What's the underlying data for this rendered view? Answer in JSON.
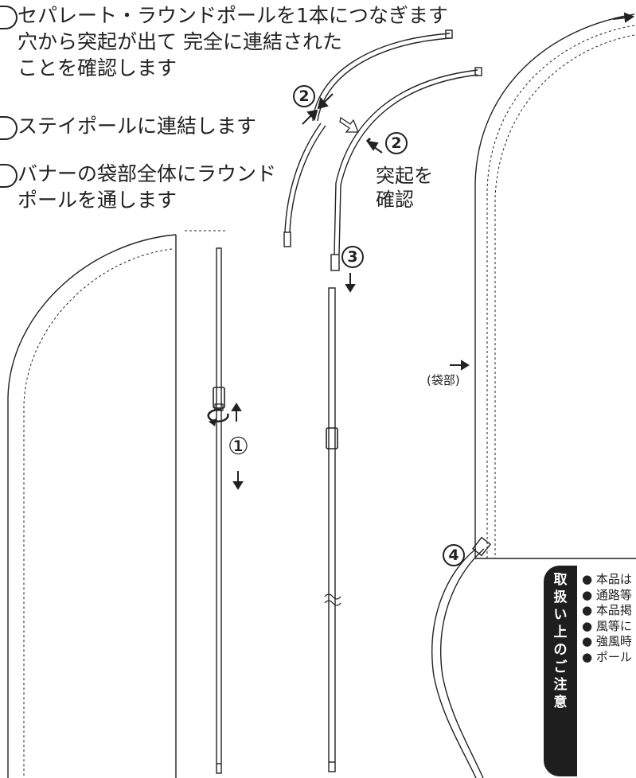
{
  "steps": [
    {
      "lines": [
        "セパレート・ラウンドポールを1本につなぎます",
        "穴から突起が出て 完全に連結された",
        "ことを確認します"
      ]
    },
    {
      "lines": [
        "ステイポールに連結します"
      ]
    },
    {
      "lines": [
        "バナーの袋部全体にラウンド",
        "ポールを通します"
      ]
    }
  ],
  "markers": {
    "one": "①",
    "two": "2",
    "three": "3",
    "four": "4"
  },
  "check_label": [
    "突起を",
    "確認"
  ],
  "pocket_label": "(袋部)",
  "caution": {
    "heading": [
      "取",
      "扱",
      "い",
      "上",
      "の",
      "ご",
      "注",
      "意"
    ],
    "items": [
      "● 本品は",
      "● 通路等",
      "● 本品掲",
      "● 風等に",
      "● 強風時",
      "● ポール"
    ]
  },
  "icons": [
    "arrow-icon",
    "rotate-icon",
    "bullet-icon"
  ]
}
